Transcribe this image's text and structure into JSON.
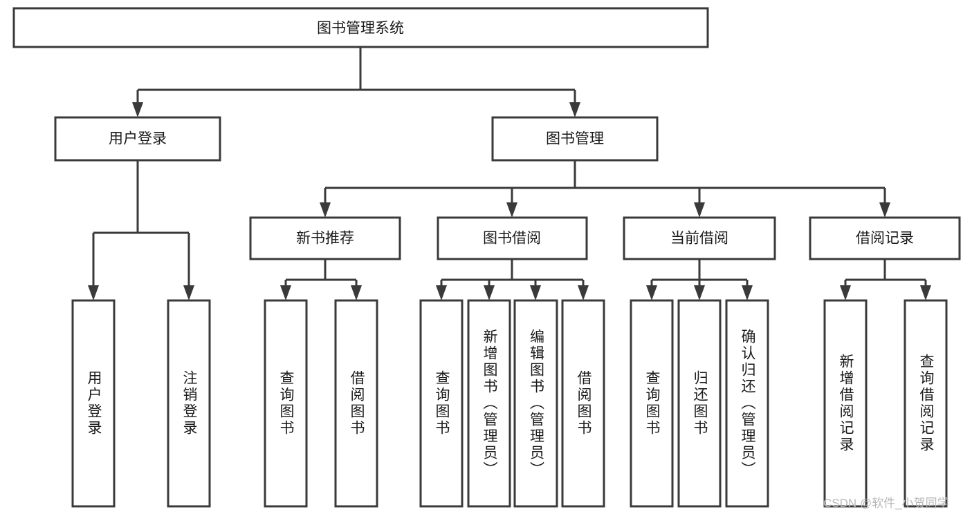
{
  "diagram": {
    "title": "图书管理系统",
    "type": "tree",
    "watermark": "CSDN @软件_小贺同学",
    "colors": {
      "stroke": "#3a3a3a",
      "fill": "#ffffff",
      "text": "#1a1a1a",
      "watermark": "#b8b8b8"
    },
    "levels": {
      "root": {
        "label": "图书管理系统"
      },
      "level2": [
        {
          "label": "用户登录"
        },
        {
          "label": "图书管理"
        }
      ],
      "level3": [
        {
          "label": "新书推荐"
        },
        {
          "label": "图书借阅"
        },
        {
          "label": "当前借阅"
        },
        {
          "label": "借阅记录"
        }
      ],
      "leaves": {
        "user_login": [
          {
            "label": "用户登录"
          },
          {
            "label": "注销登录"
          }
        ],
        "new_book_recommend": [
          {
            "label": "查询图书"
          },
          {
            "label": "借阅图书"
          }
        ],
        "book_borrow": [
          {
            "label": "查询图书"
          },
          {
            "label": "新增图书（管理员）"
          },
          {
            "label": "编辑图书（管理员）"
          },
          {
            "label": "借阅图书"
          }
        ],
        "current_borrow": [
          {
            "label": "查询图书"
          },
          {
            "label": "归还图书"
          },
          {
            "label": "确认归还（管理员）"
          }
        ],
        "borrow_record": [
          {
            "label": "新增借阅记录"
          },
          {
            "label": "查询借阅记录"
          }
        ]
      }
    }
  }
}
